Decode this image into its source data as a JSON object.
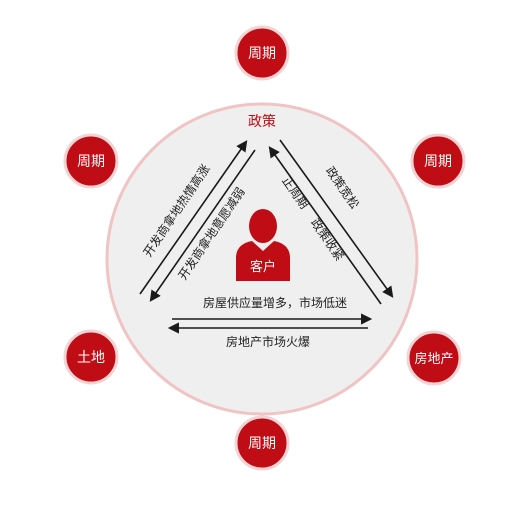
{
  "colors": {
    "primary_red": "#c00d15",
    "circle_fill": "#efefef",
    "circle_stroke": "#f0c4c4",
    "node_ring": "#f3d3d3",
    "arrow": "#1a1a1a",
    "text_dark": "#222222",
    "text_light": "#ffffff"
  },
  "nodes": {
    "top": "周期",
    "upper_left": "周期",
    "upper_right": "周期",
    "lower_left": "土地",
    "lower_right": "房地产",
    "bottom": "周期"
  },
  "center": {
    "top_label": "政策",
    "customer_label": "客户",
    "customer_icon": "person-silhouette-icon"
  },
  "edges": {
    "left_outer": "开发商拿地热情高涨",
    "left_inner": "开发商拿地意愿减弱",
    "right_outer": "政策宽松",
    "right_inner_a": "正周期",
    "right_inner_b": "政策收紧",
    "bottom_upper": "房屋供应量增多，市场低迷",
    "bottom_lower": "房地产市场火爆"
  }
}
